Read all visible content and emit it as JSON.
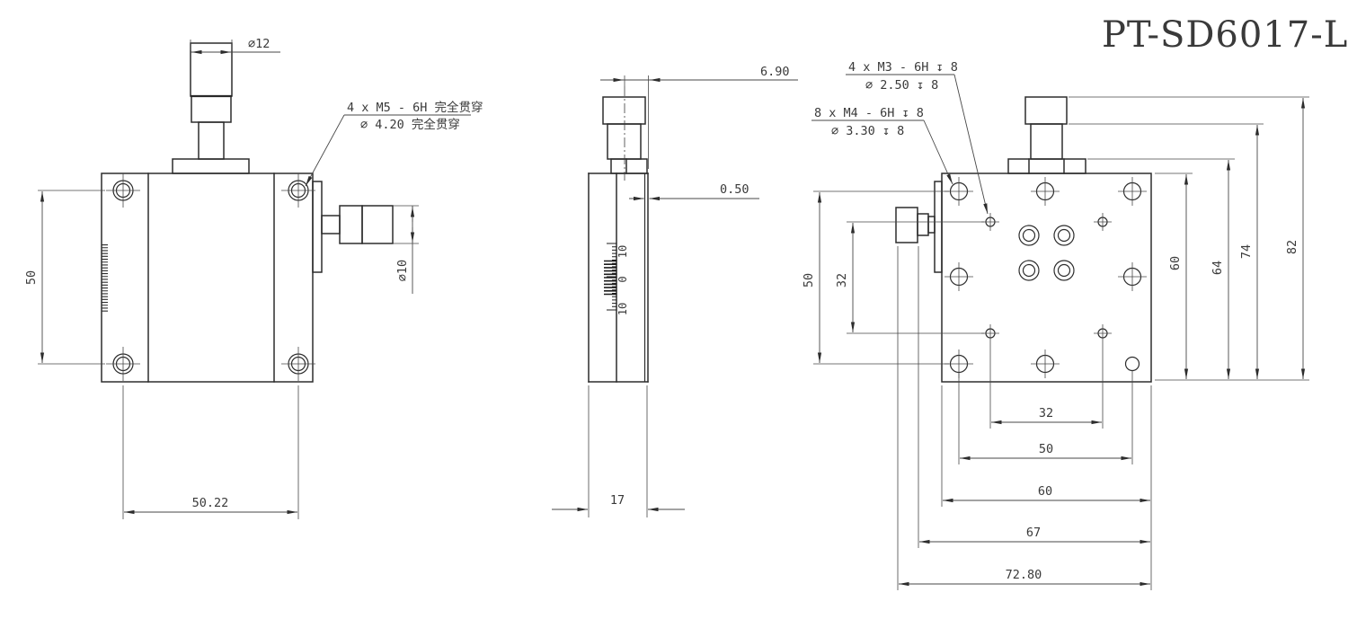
{
  "title": "PT-SD6017-L",
  "colors": {
    "outline": "#2d2d2d",
    "dimension": "#474747",
    "text": "#3a3a3a",
    "title_red": "#e60012",
    "background": "#ffffff"
  },
  "front_view": {
    "dims": {
      "top_knob_diameter": "∅12",
      "mount_hole_vertical_span": "50",
      "mount_hole_horizontal_span": "50.22",
      "side_knob_diameter": "∅10"
    },
    "callout_m5": {
      "line1": "4 x  M5 - 6H 完全贯穿",
      "line2": "∅ 4.20 完全贯穿"
    }
  },
  "side_view": {
    "dims": {
      "knob_center_to_face": "6.90",
      "scale_plate_gap": "0.50",
      "body_thickness": "17"
    },
    "scale_labels": {
      "top": "10",
      "zero": "0",
      "bottom": "10"
    }
  },
  "top_view": {
    "callout_m3": {
      "line1": "4 x  M3 - 6H ↧ 8",
      "line2": "∅ 2.50 ↧ 8"
    },
    "callout_m4": {
      "line1": "8 x  M4 - 6H ↧ 8",
      "line2": "∅ 3.30 ↧ 8"
    },
    "dims": {
      "left_hole_span": "50",
      "left_inner_span": "32",
      "height_body": "60",
      "height_base_plate": "64",
      "height_knob_mid": "74",
      "height_overall": "82",
      "bottom_span_32": "32",
      "bottom_span_50": "50",
      "bottom_span_60": "60",
      "bottom_span_67": "67",
      "bottom_span_7280": "72.80"
    }
  }
}
